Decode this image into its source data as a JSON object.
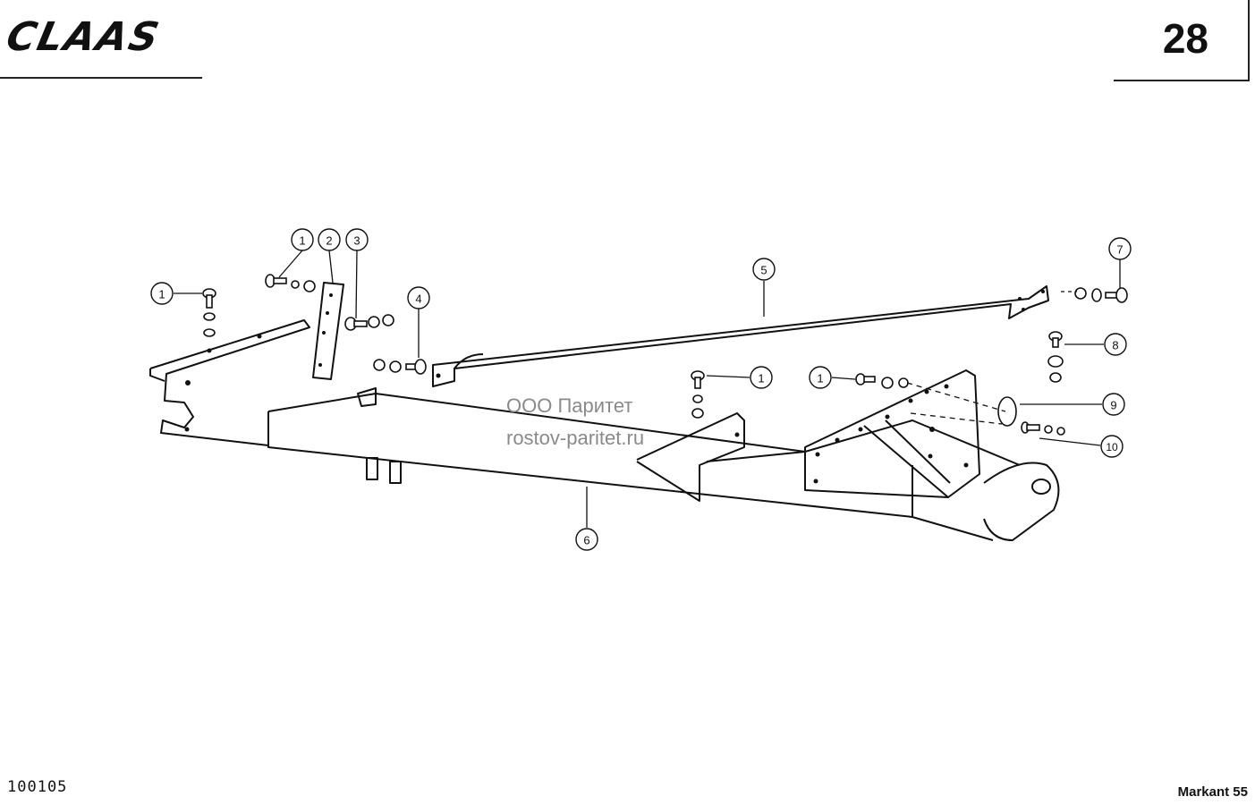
{
  "header": {
    "brand": "CLAAS",
    "page_number": "28"
  },
  "footer": {
    "document_id": "100105",
    "model": "Markant 55"
  },
  "watermark": {
    "line1": "ООО Паритет",
    "line2": "rostov-paritet.ru"
  },
  "callouts": [
    "1",
    "2",
    "3",
    "1",
    "4",
    "5",
    "7",
    "8",
    "1",
    "1",
    "9",
    "10",
    "6"
  ]
}
